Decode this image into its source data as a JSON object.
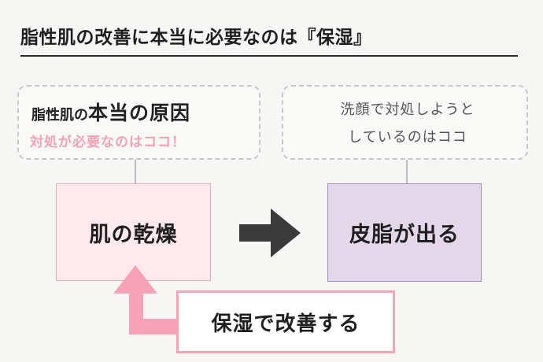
{
  "title": "脂性肌の改善に本当に必要なのは『保湿』",
  "left_callout": {
    "line1_prefix": "脂性肌の",
    "line1_emphasis": "本当の原因",
    "line2": "対処が必要なのはココ！"
  },
  "right_callout": {
    "line1": "洗顔で対処しようと",
    "line2": "しているのはココ"
  },
  "cause_box": {
    "label": "肌の乾燥"
  },
  "effect_box": {
    "label": "皮脂が出る"
  },
  "solution_box": {
    "label": "保湿で改善する"
  },
  "colors": {
    "pink_accent": "#f4a8bb",
    "pink_fill": "#fde9ee",
    "purple_fill": "#e3d7ea",
    "purple_border": "#a68bbf",
    "arrow_dark": "#3b3b3b",
    "arrow_pink": "#f6a3b7"
  }
}
